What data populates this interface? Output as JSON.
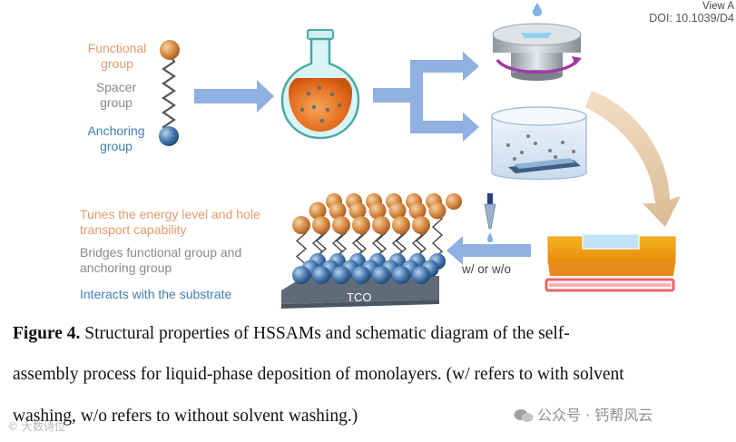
{
  "header": {
    "view_link": "View A",
    "doi": "DOI: 10.1039/D4"
  },
  "molecule_legend": {
    "functional": "Functional group",
    "spacer": "Spacer group",
    "anchoring": "Anchoring group"
  },
  "properties": {
    "functional": "Tunes the energy level and hole transport capability",
    "spacer": "Bridges functional group and anchoring group",
    "anchoring": "Interacts with the substrate"
  },
  "substrate_label": "TCO",
  "wash_label": "w/ or w/o",
  "caption": {
    "figure_label": "Figure 4.",
    "line1": "Structural properties of HSSAMs and schematic diagram of the self-",
    "line2": "assembly process for liquid-phase deposition of monolayers. (w/ refers to with solvent",
    "line3": "washing, w/o refers to without solvent washing.)"
  },
  "watermarks": {
    "left": "© 大数诗位",
    "right": "公众号 · 钙帮风云"
  },
  "colors": {
    "functional": "#e49a6c",
    "spacer": "#8a8a8a",
    "anchoring": "#3f7fb5",
    "arrow": "#8fb0e0"
  }
}
